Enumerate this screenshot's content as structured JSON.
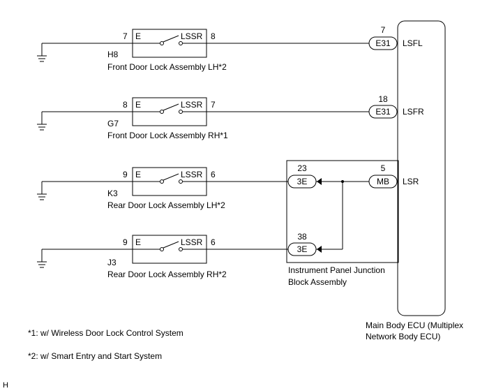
{
  "switches": [
    {
      "code": "H8",
      "name": "Front Door Lock Assembly LH*2",
      "left_pin": "7",
      "right_pin": "8",
      "left_term": "E",
      "right_term": "LSSR"
    },
    {
      "code": "G7",
      "name": "Front Door Lock Assembly RH*1",
      "left_pin": "8",
      "right_pin": "7",
      "left_term": "E",
      "right_term": "LSSR"
    },
    {
      "code": "K3",
      "name": "Rear Door Lock Assembly LH*2",
      "left_pin": "9",
      "right_pin": "6",
      "left_term": "E",
      "right_term": "LSSR"
    },
    {
      "code": "J3",
      "name": "Rear Door Lock Assembly RH*2",
      "left_pin": "9",
      "right_pin": "6",
      "left_term": "E",
      "right_term": "LSSR"
    }
  ],
  "ecu": {
    "label_line1": "Main Body ECU (Multiplex",
    "label_line2": "Network Body ECU)",
    "connectors": [
      {
        "pin": "7",
        "connector": "E31",
        "terminal": "LSFL"
      },
      {
        "pin": "18",
        "connector": "E31",
        "terminal": "LSFR"
      },
      {
        "pin": "5",
        "connector": "MB",
        "terminal": "LSR"
      }
    ]
  },
  "junction_block": {
    "label_line1": "Instrument Panel Junction",
    "label_line2": "Block Assembly",
    "connectors": [
      {
        "pin": "23",
        "connector": "3E"
      },
      {
        "pin": "38",
        "connector": "3E"
      }
    ]
  },
  "notes": [
    "*1: w/ Wireless Door Lock Control System",
    "*2: w/ Smart Entry and Start System"
  ],
  "corner_mark": "H"
}
